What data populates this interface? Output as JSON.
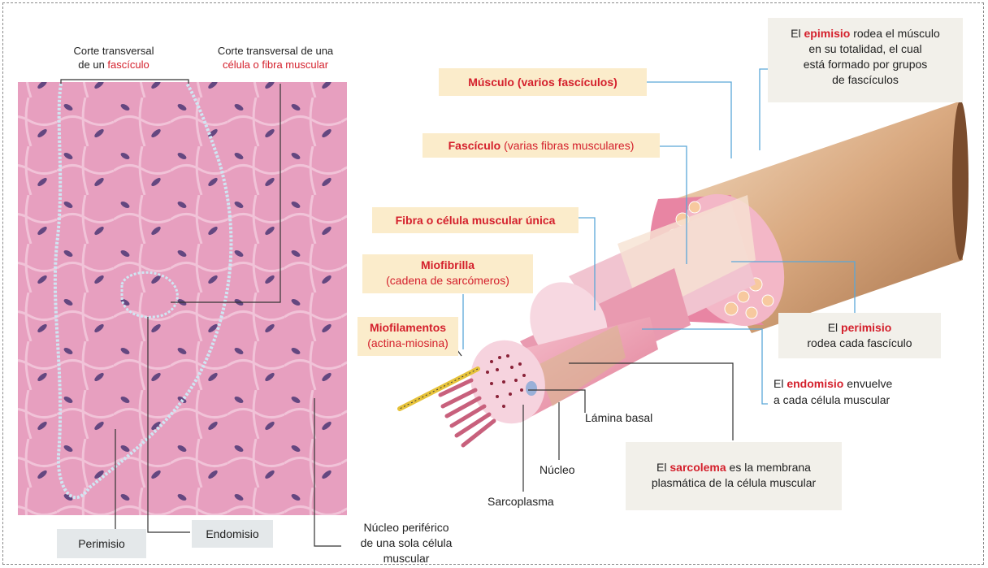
{
  "micro": {
    "fasc_line1": "Corte transversal",
    "fasc_line2_pre": "de un ",
    "fasc_line2_red": "fascículo",
    "cell_line1": "Corte transversal de una",
    "cell_line2_red": "célula o fibra muscular",
    "perimisio": "Perimisio",
    "endomisio": "Endomisio",
    "nucleo_line1": "Núcleo periférico",
    "nucleo_line2": "de una sola célula muscular"
  },
  "diagram": {
    "musculo": "Músculo (varios fascículos)",
    "fasciculo_red": "Fascículo",
    "fasciculo_rest": " (varias fibras musculares)",
    "fibra": "Fibra o célula muscular única",
    "miofibrilla_title": "Miofibrilla",
    "miofibrilla_sub": "(cadena de sarcómeros)",
    "miofil_title": "Miofilamentos",
    "miofil_sub": "(actina-miosina)",
    "epi_pre": "El ",
    "epi_red": "epimisio",
    "epi_post": " rodea el músculo",
    "epi_l2": "en su totalidad, el cual",
    "epi_l3": "está formado por grupos",
    "epi_l4": "de fascículos",
    "peri_pre": "El ",
    "peri_red": "perimisio",
    "peri_l2": "rodea cada fascículo",
    "endo_pre": "El ",
    "endo_red": "endomisio",
    "endo_post": " envuelve",
    "endo_l2": "a cada célula muscular",
    "lamina": "Lámina basal",
    "nucleo": "Núcleo",
    "sarcoplasma": "Sarcoplasma",
    "sarco_pre": "El ",
    "sarco_red": "sarcolema",
    "sarco_post": " es la membrana",
    "sarco_l2": "plasmática de la célula muscular"
  },
  "colors": {
    "accent_red": "#d4202c",
    "leader_blue": "#5aa7d8",
    "label_yellow": "#fbeccb",
    "label_beige": "#f2f0ea",
    "label_gray": "#e4e8ea"
  }
}
